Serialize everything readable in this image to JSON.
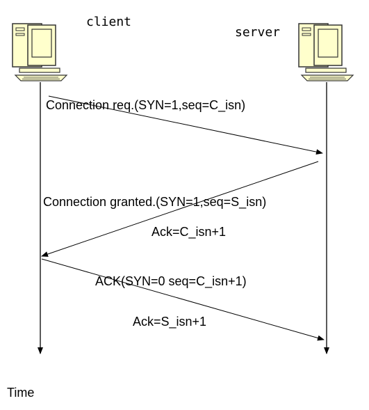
{
  "client": {
    "label": "client"
  },
  "server": {
    "label": "server"
  },
  "messages": [
    {
      "label": "Connection req.(SYN=1,seq=C_isn)",
      "direction": "client-to-server"
    },
    {
      "label": "Connection granted.(SYN=1,seq=S_isn)",
      "sublabel": "Ack=C_isn+1",
      "direction": "server-to-client"
    },
    {
      "label": "ACK(SYN=0 seq=C_isn+1)",
      "sublabel": "Ack=S_isn+1",
      "direction": "client-to-server"
    }
  ],
  "time_label": "Time",
  "colors": {
    "monitor_fill": "#ffffcc",
    "monitor_stroke": "#333333",
    "line": "#000000"
  },
  "icons": [
    "computer-icon",
    "computer-icon"
  ]
}
